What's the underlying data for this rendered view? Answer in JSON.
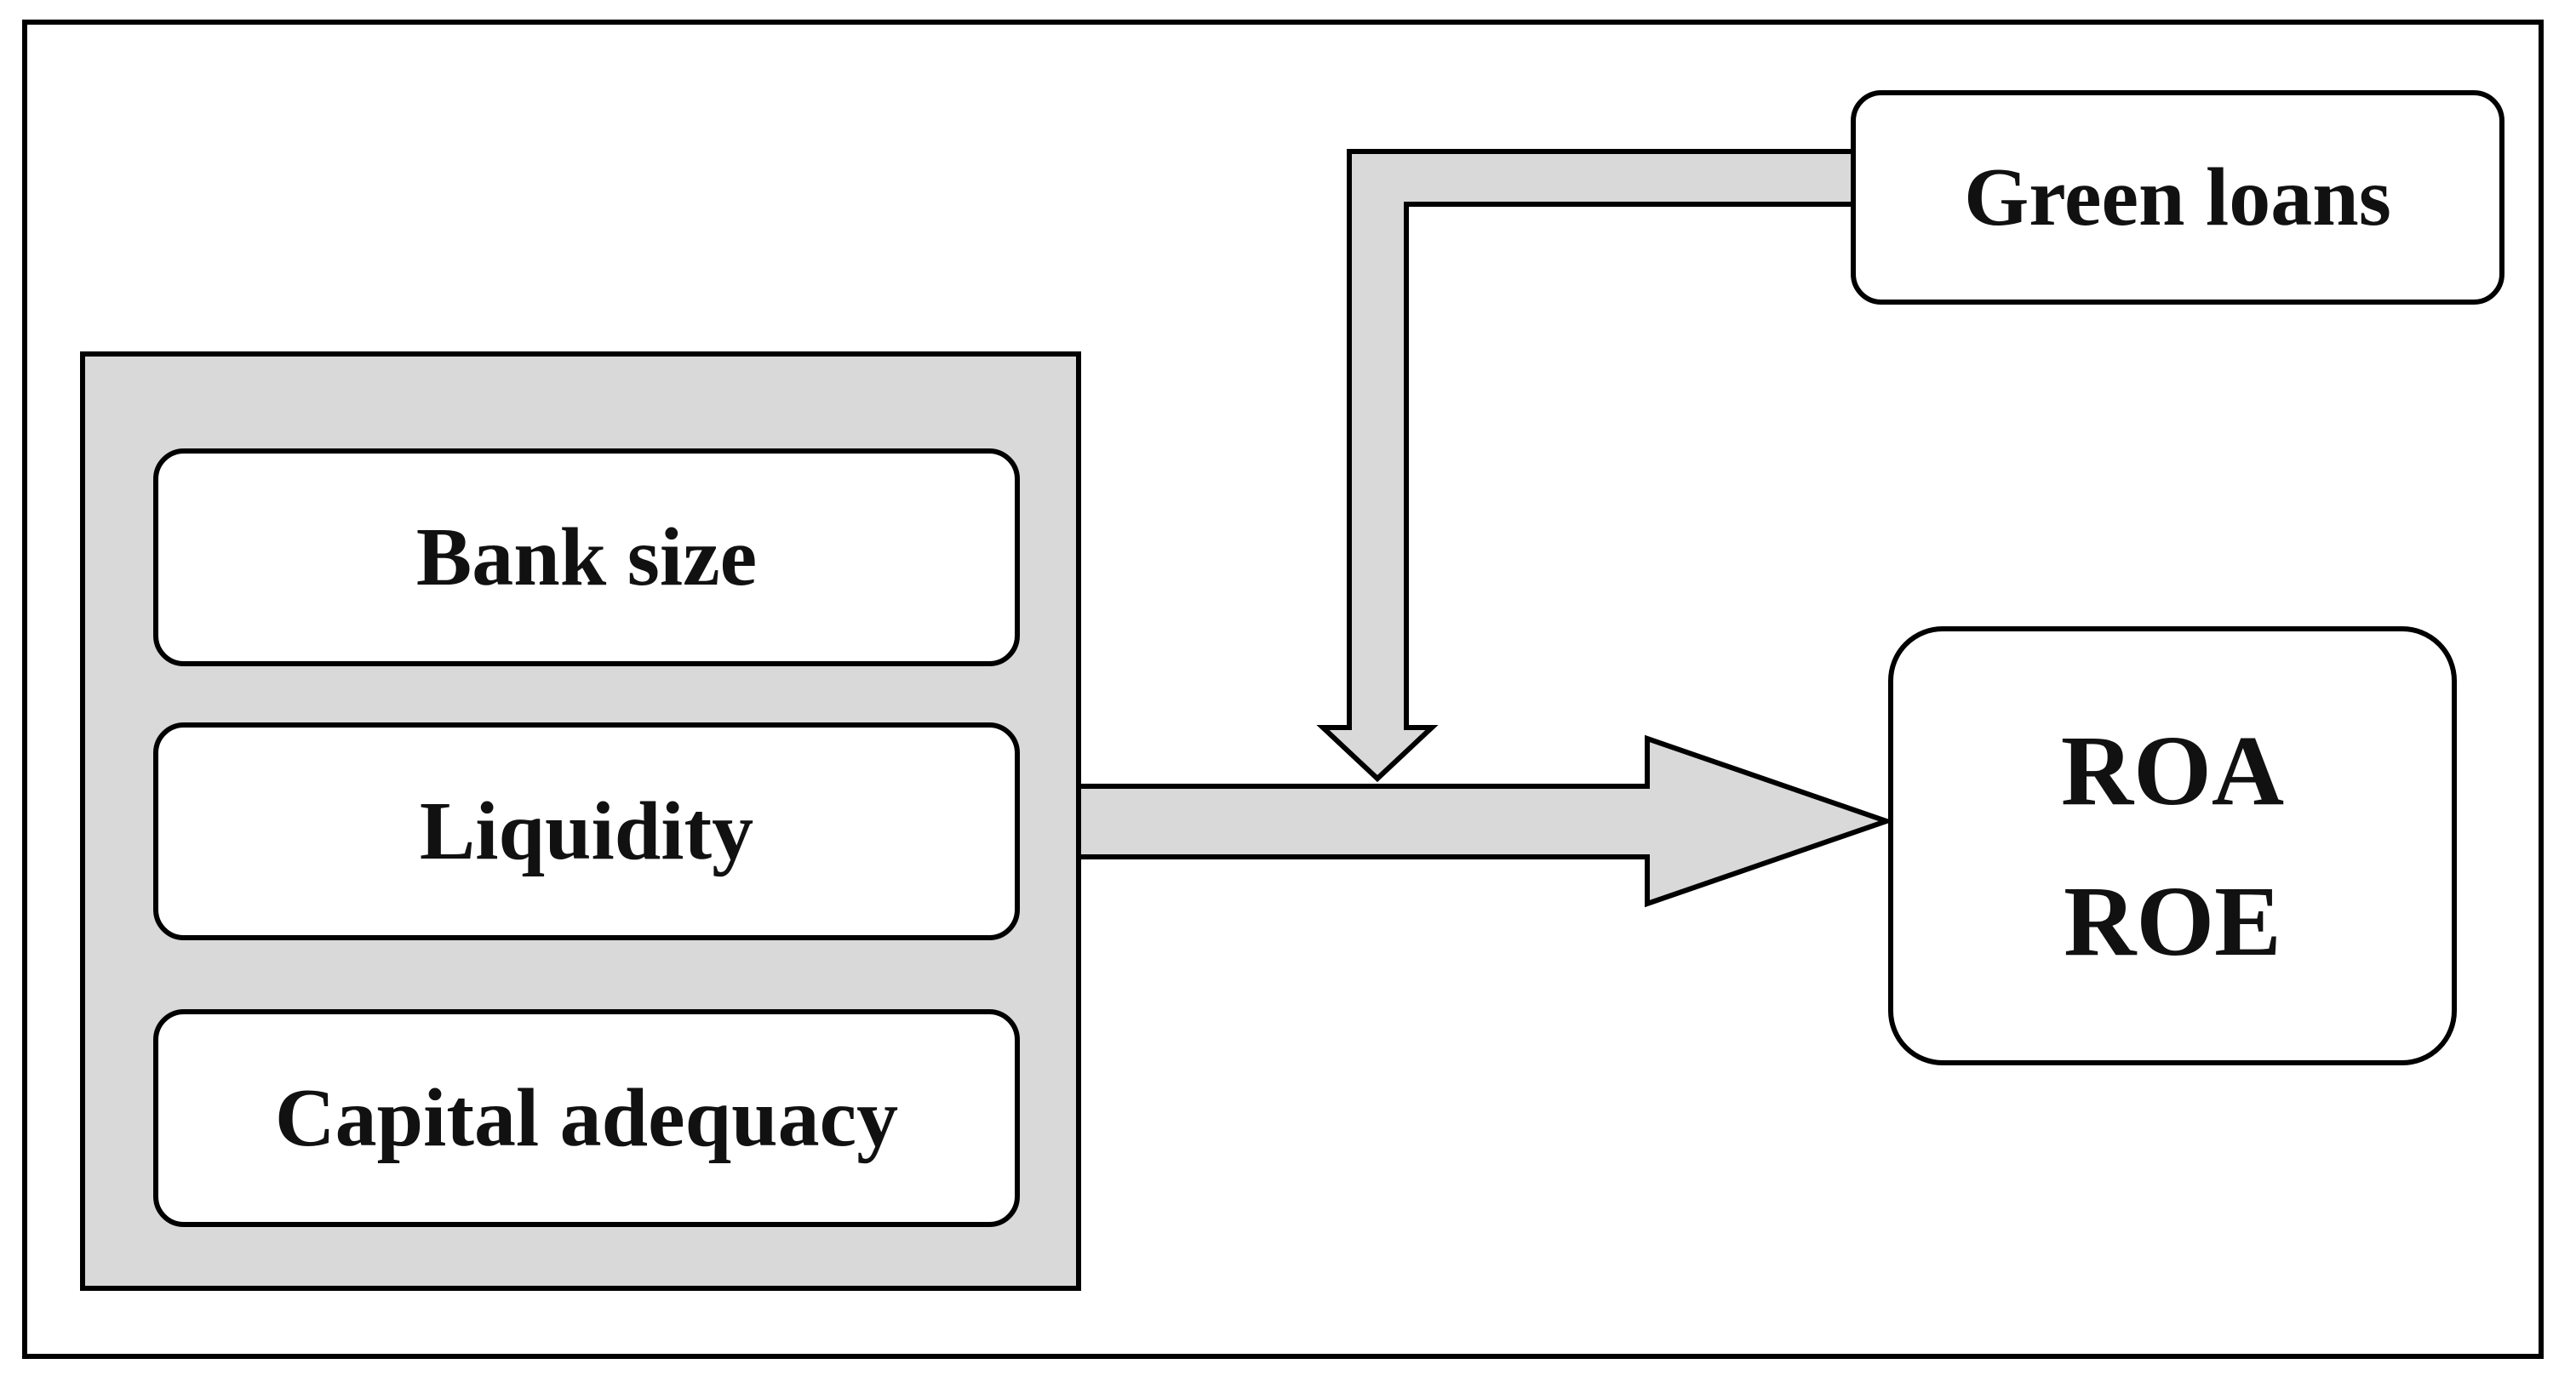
{
  "diagram": {
    "determinants": [
      {
        "label": "Bank size"
      },
      {
        "label": "Liquidity"
      },
      {
        "label": "Capital adequacy"
      }
    ],
    "moderator": {
      "label": "Green loans"
    },
    "outcomes": [
      "ROA",
      "ROE"
    ],
    "colors": {
      "group_fill": "#d9d9d9",
      "arrow_fill": "#d9d9d9",
      "box_fill": "#ffffff",
      "stroke": "#000000"
    }
  }
}
